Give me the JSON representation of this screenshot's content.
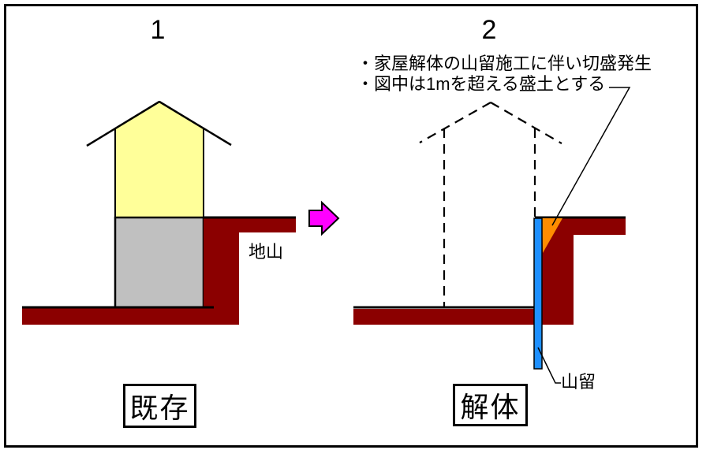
{
  "left_panel": {
    "number": "1",
    "caption": "既存",
    "ground_label": "地山"
  },
  "right_panel": {
    "number": "2",
    "caption": "解体",
    "retaining_wall_label": "山留",
    "notes": [
      "・家屋解体の山留施工に伴い切盛発生",
      "・図中は1mを超える盛土とする"
    ]
  },
  "colors": {
    "ground": "#8b0000",
    "house-upper": "#ffff99",
    "house-lower": "#c0c0c0",
    "retaining-wall": "#1e90ff",
    "fill-soil": "#ff8c00",
    "arrow": "#ff00ff",
    "outline": "#000000"
  }
}
